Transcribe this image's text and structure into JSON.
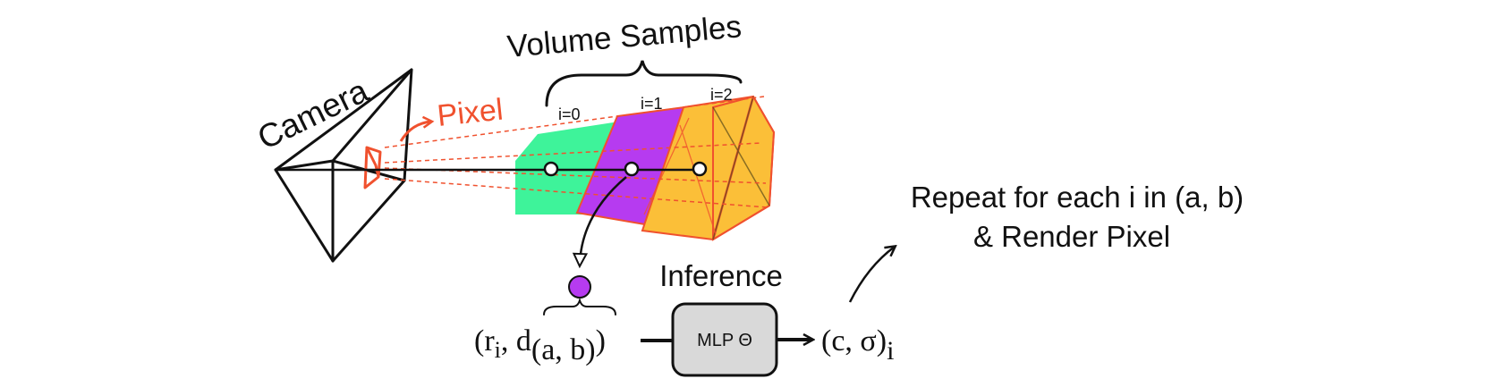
{
  "labels": {
    "camera": "Camera",
    "pixel": "Pixel",
    "volume_samples": "Volume Samples",
    "sample_indices": [
      "i=0",
      "i=1",
      "i=2"
    ],
    "repeat_line1": "Repeat for each i in (a, b)",
    "repeat_line2": "& Render Pixel",
    "inference": "Inference",
    "mlp": "MLP Θ"
  },
  "formula_input": {
    "open": "(r",
    "sub_i": "i",
    "mid": ", d",
    "sub_ab": "(a, b)",
    "close": ")"
  },
  "formula_output": {
    "main": "(c, σ)",
    "sub_i": "i"
  },
  "colors": {
    "accent": "#f0512e",
    "sample0": "#3ef39a",
    "sample1": "#b63bf0",
    "sample2": "#fbbf38",
    "mlp_fill": "#d9d9d9",
    "stroke": "#111111"
  }
}
